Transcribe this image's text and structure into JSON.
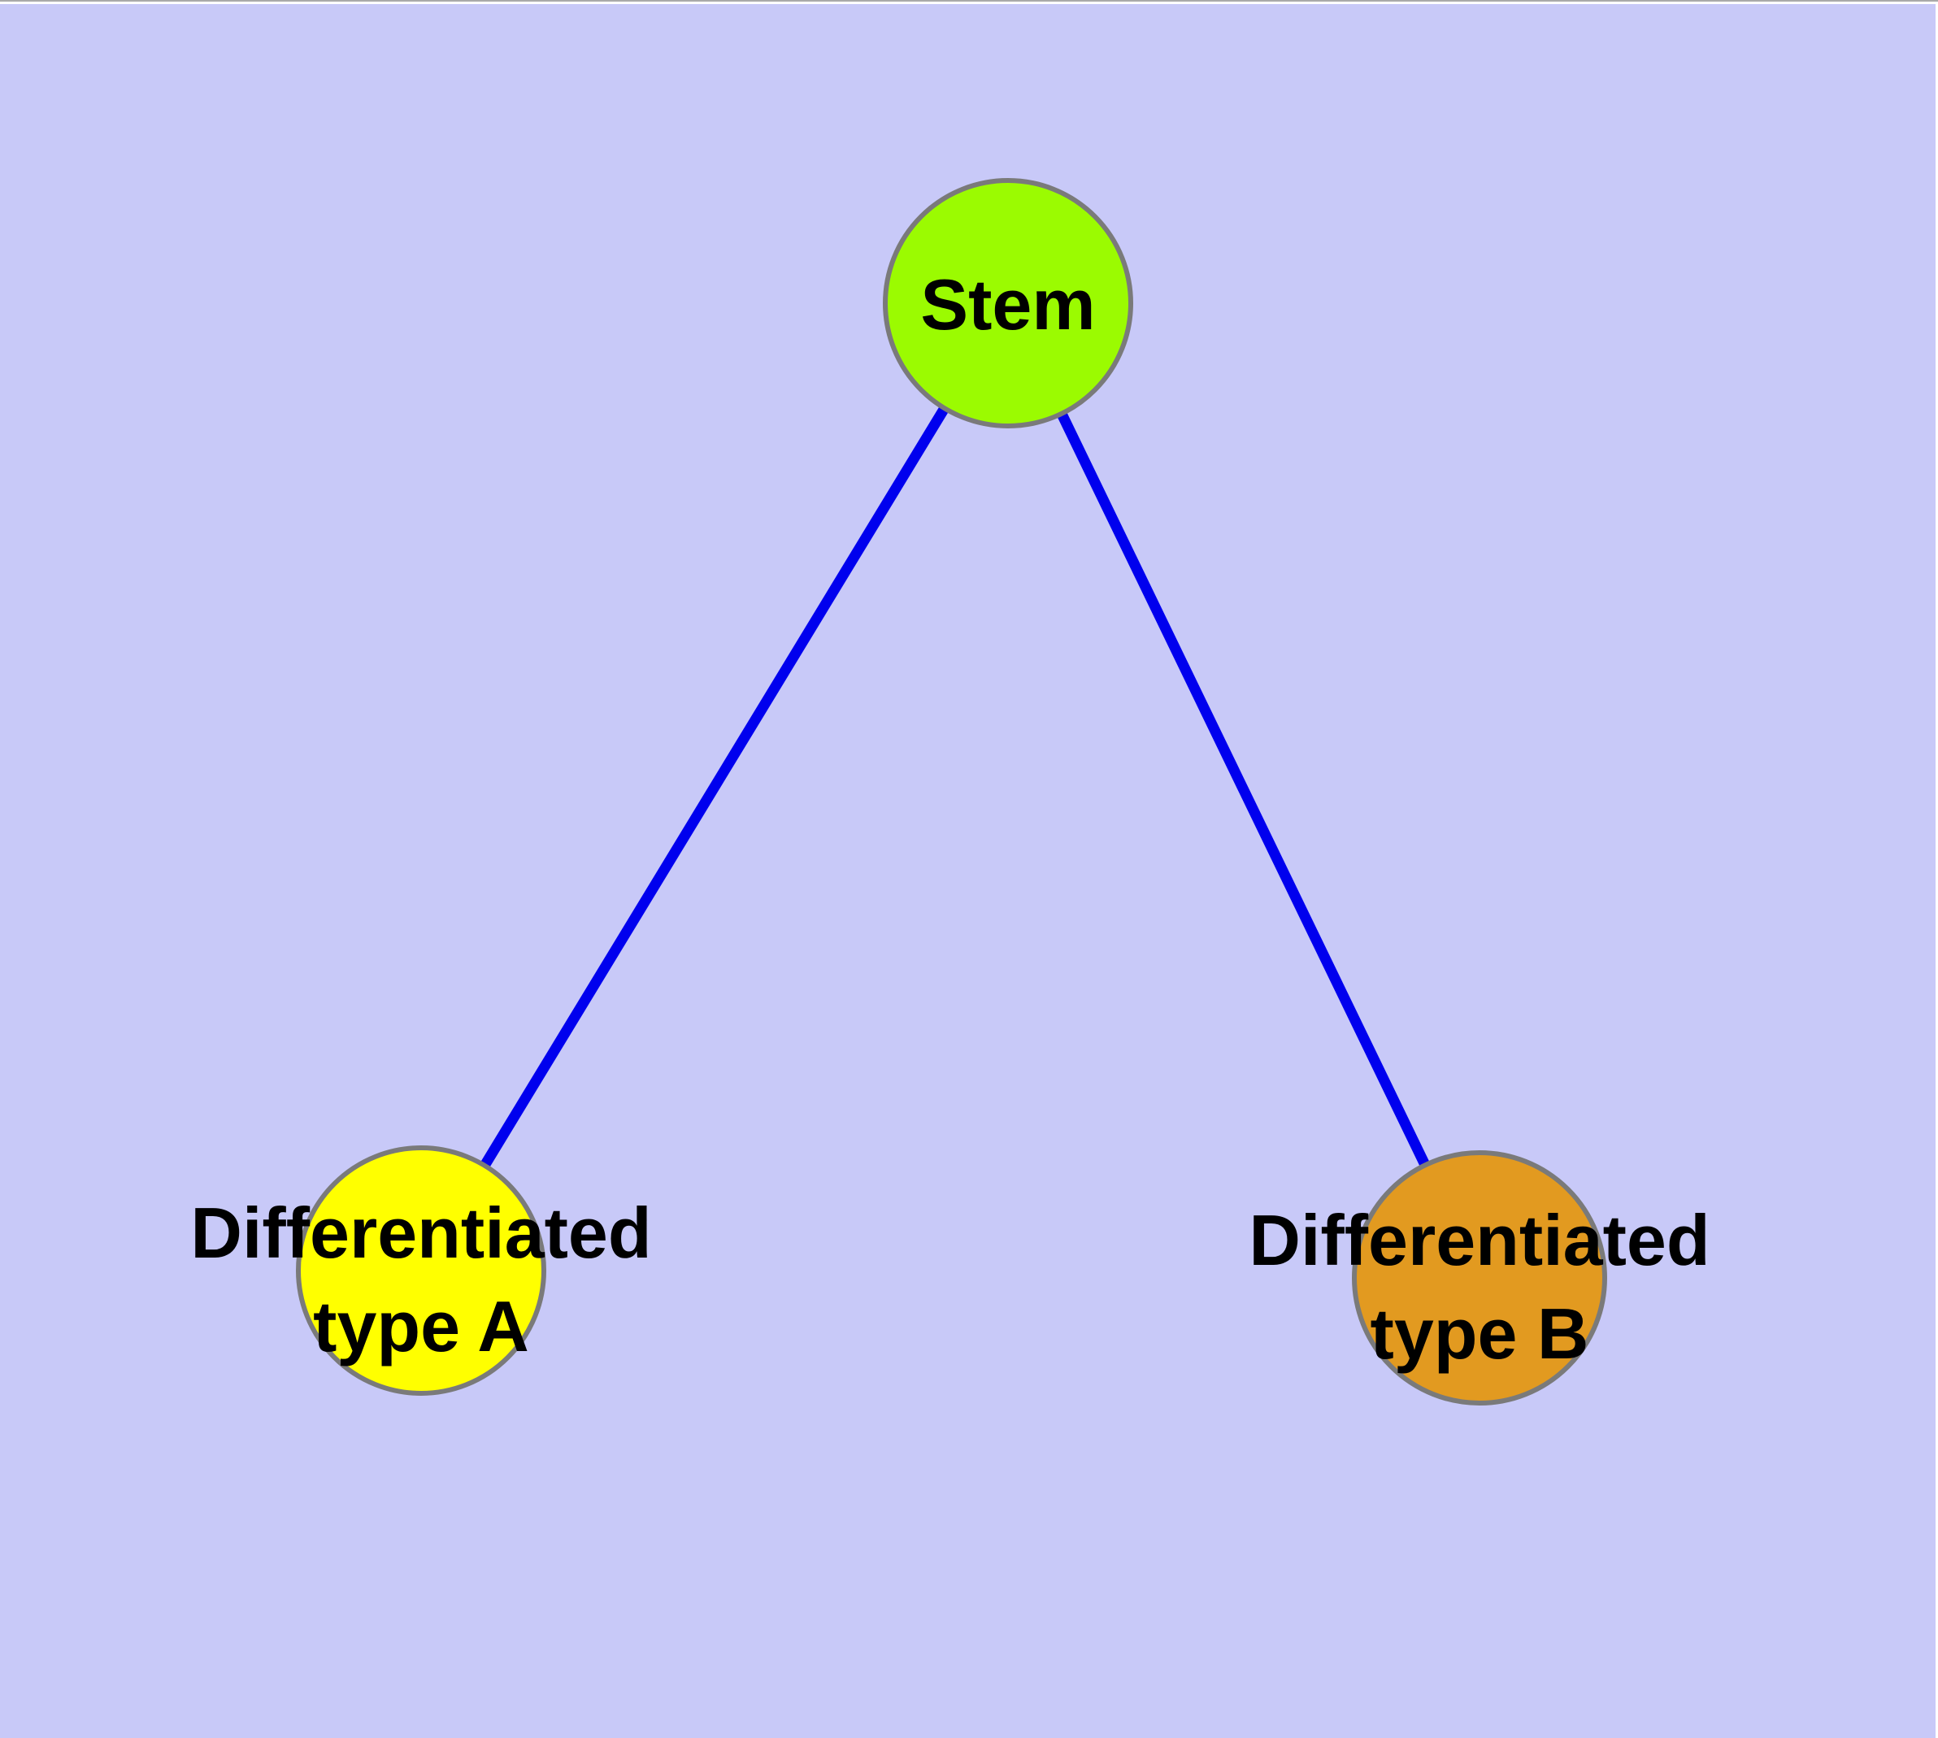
{
  "diagram": {
    "background_color": "#C8C9F8",
    "frame_color": "#FFFFFF",
    "top_hairline_color": "#A9A9A9",
    "edge_color": "#0000EE",
    "node_border_color": "#7A7A7A",
    "text_color": "#000000",
    "nodes": [
      {
        "name": "stem",
        "label": "Stem",
        "fill": "#9BFB01"
      },
      {
        "name": "differentiated-type-a",
        "label_line1": "Differentiated",
        "label_line2": "type A",
        "fill": "#FFFF00"
      },
      {
        "name": "differentiated-type-b",
        "label_line1": "Differentiated",
        "label_line2": "type B",
        "fill": "#E29A20"
      }
    ],
    "edges": [
      {
        "from": "stem",
        "to": "differentiated-type-a"
      },
      {
        "from": "stem",
        "to": "differentiated-type-b"
      }
    ]
  }
}
